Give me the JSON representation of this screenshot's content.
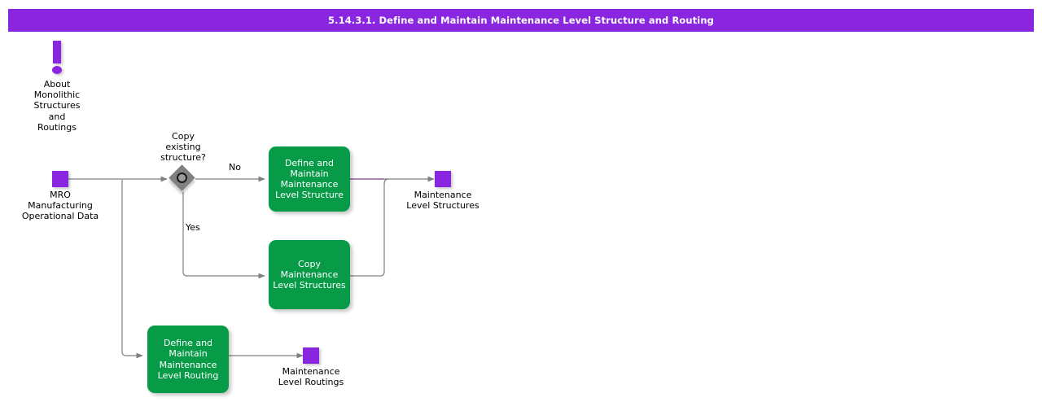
{
  "header": {
    "title": "5.14.3.1. Define and Maintain Maintenance Level Structure and Routing",
    "background_color": "#8a25e0",
    "text_color": "#ffffff"
  },
  "colors": {
    "accent_purple": "#8a25e0",
    "activity_green": "#079b48",
    "decision_gray": "#808080",
    "edge_gray": "#808080",
    "edge_purple": "#7a3b8a",
    "text_black": "#000000",
    "canvas_white": "#ffffff"
  },
  "note": {
    "icon": "exclamation-icon",
    "text": "About\nMonolithic\nStructures\nand\nRoutings"
  },
  "nodes": {
    "input_data": {
      "icon": "data-object-icon",
      "label": "MRO Manufacturing\nOperational Data"
    },
    "decision": {
      "icon": "decision-diamond-icon",
      "label": "Copy\nexisting\nstructure?"
    },
    "define_structure": {
      "label": "Define and\nMaintain\nMaintenance\nLevel Structure"
    },
    "copy_structures": {
      "label": "Copy\nMaintenance\nLevel Structures"
    },
    "define_routing": {
      "label": "Define and\nMaintain\nMaintenance\nLevel Routing"
    },
    "output_structures": {
      "icon": "data-object-icon",
      "label": "Maintenance\nLevel Structures"
    },
    "output_routings": {
      "icon": "data-object-icon",
      "label": "Maintenance\nLevel Routings"
    }
  },
  "edge_labels": {
    "no": "No",
    "yes": "Yes"
  }
}
